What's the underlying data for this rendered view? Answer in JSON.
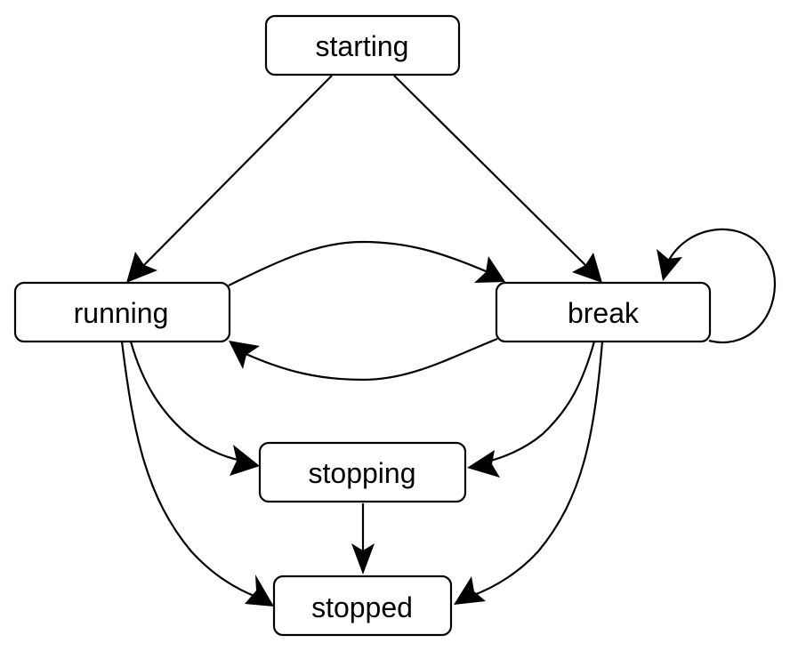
{
  "diagram": {
    "type": "state-machine",
    "colors": {
      "background": "#ffffff",
      "stroke": "#000000",
      "text": "#000000"
    },
    "nodes": [
      {
        "id": "starting",
        "label": "starting"
      },
      {
        "id": "running",
        "label": "running"
      },
      {
        "id": "break",
        "label": "break"
      },
      {
        "id": "stopping",
        "label": "stopping"
      },
      {
        "id": "stopped",
        "label": "stopped"
      }
    ],
    "edges": [
      {
        "from": "starting",
        "to": "running"
      },
      {
        "from": "starting",
        "to": "break"
      },
      {
        "from": "running",
        "to": "break"
      },
      {
        "from": "break",
        "to": "running"
      },
      {
        "from": "break",
        "to": "break"
      },
      {
        "from": "running",
        "to": "stopping"
      },
      {
        "from": "running",
        "to": "stopped"
      },
      {
        "from": "break",
        "to": "stopping"
      },
      {
        "from": "break",
        "to": "stopped"
      },
      {
        "from": "stopping",
        "to": "stopped"
      }
    ]
  }
}
